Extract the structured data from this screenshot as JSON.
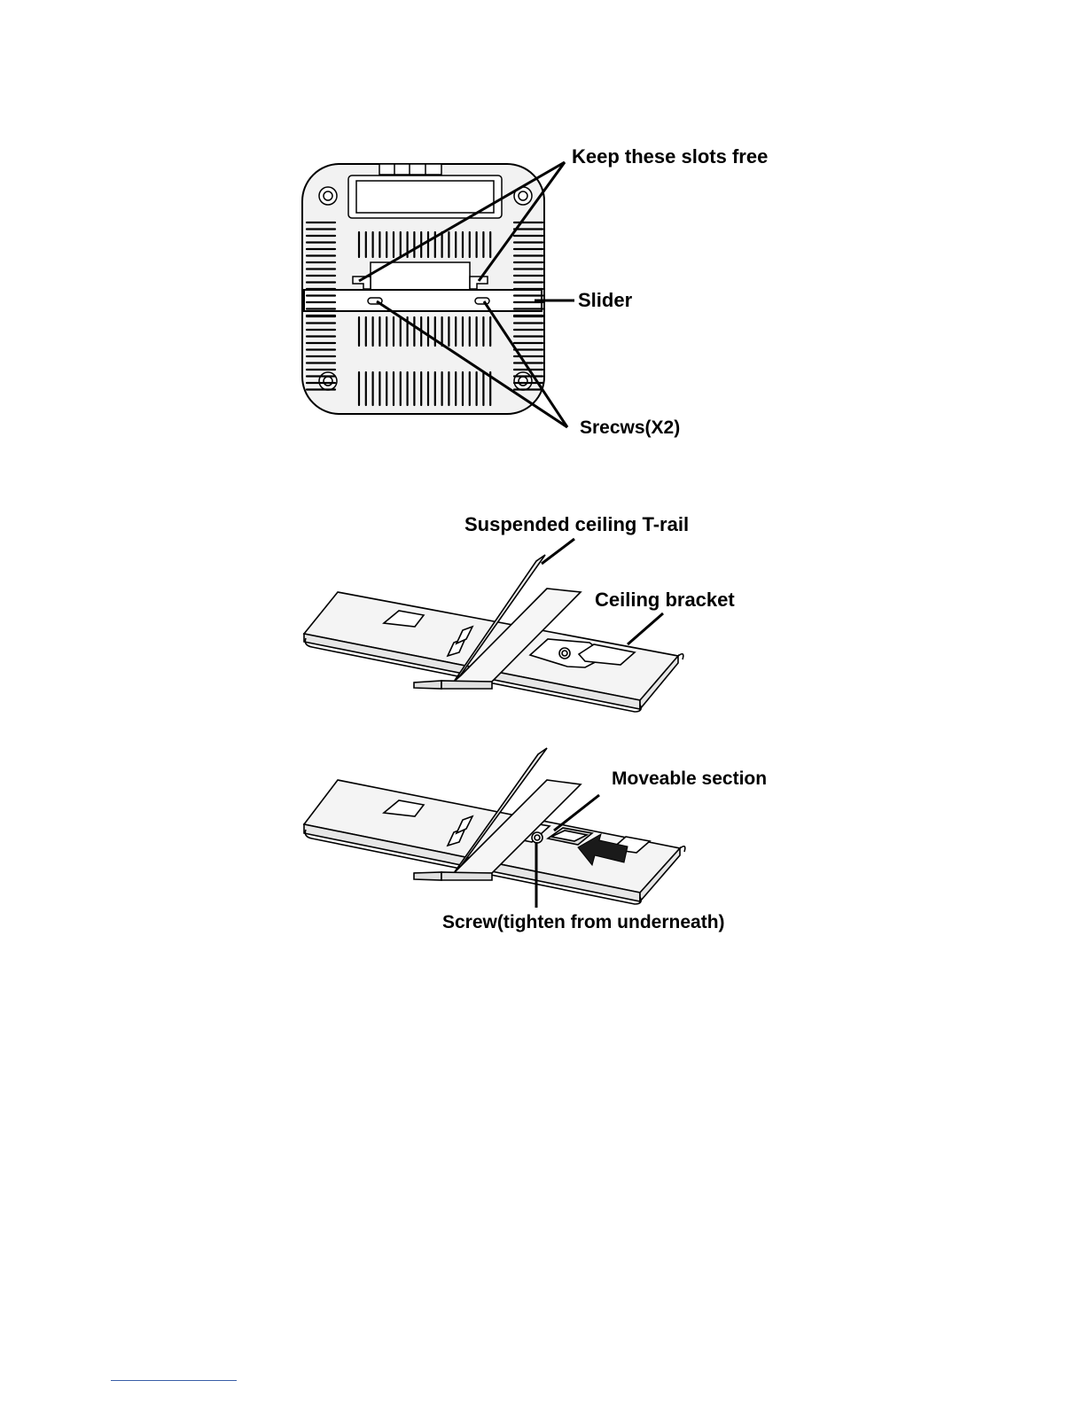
{
  "figure1": {
    "label_slots": "Keep these slots free",
    "label_slider": "Slider",
    "label_screws": "Srecws(X2)"
  },
  "figure2": {
    "label_trail": "Suspended ceiling T-rail",
    "label_bracket": "Ceiling bracket"
  },
  "figure3": {
    "label_moveable": "Moveable section",
    "label_screw": "Screw(tighten from underneath)"
  }
}
